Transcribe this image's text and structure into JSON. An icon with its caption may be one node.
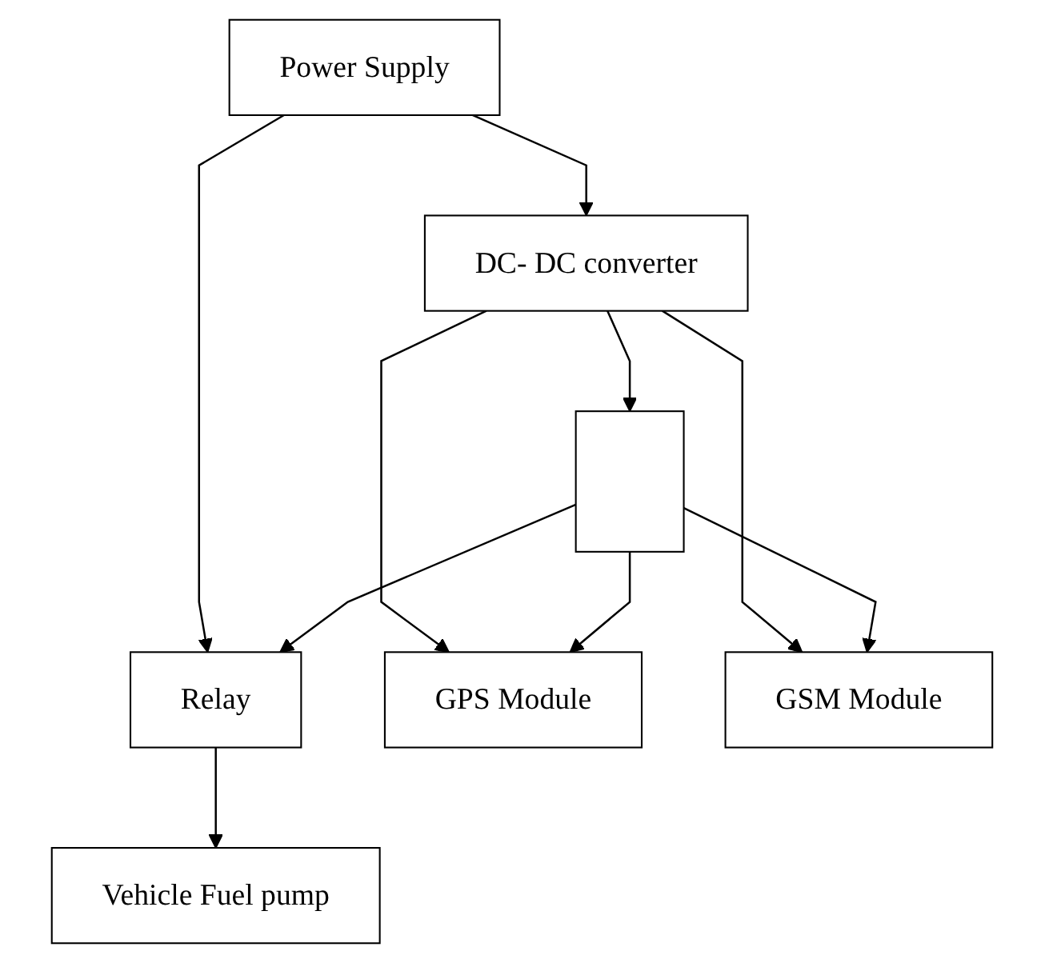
{
  "diagram": {
    "nodes": [
      {
        "text": [
          "Power Supply"
        ]
      },
      {
        "text": [
          "DC- DC converter"
        ]
      },
      {
        "text": [],
        "shape": "box"
      },
      {
        "text": [
          "Relay"
        ]
      },
      {
        "text": [
          "GPS Module"
        ]
      },
      {
        "text": [
          "Vehicle Fuel pump"
        ]
      },
      {
        "text": [
          "GSM Module"
        ]
      }
    ],
    "edges": [
      {
        "from": 0,
        "to": 1,
        "arrow": "to"
      },
      {
        "from": 0,
        "to": 3,
        "arrow": "to"
      },
      {
        "from": 1,
        "to": 2,
        "arrow": "to"
      },
      {
        "from": 1,
        "to": 4,
        "arrow": "to"
      },
      {
        "from": 1,
        "to": 6,
        "arrow": "to"
      },
      {
        "from": 2,
        "to": 3,
        "arrow": "to"
      },
      {
        "from": 2,
        "to": 4,
        "arrow": "to"
      },
      {
        "from": 2,
        "to": 6,
        "arrow": "to"
      },
      {
        "from": 3,
        "to": 5,
        "arrow": "to"
      }
    ]
  }
}
